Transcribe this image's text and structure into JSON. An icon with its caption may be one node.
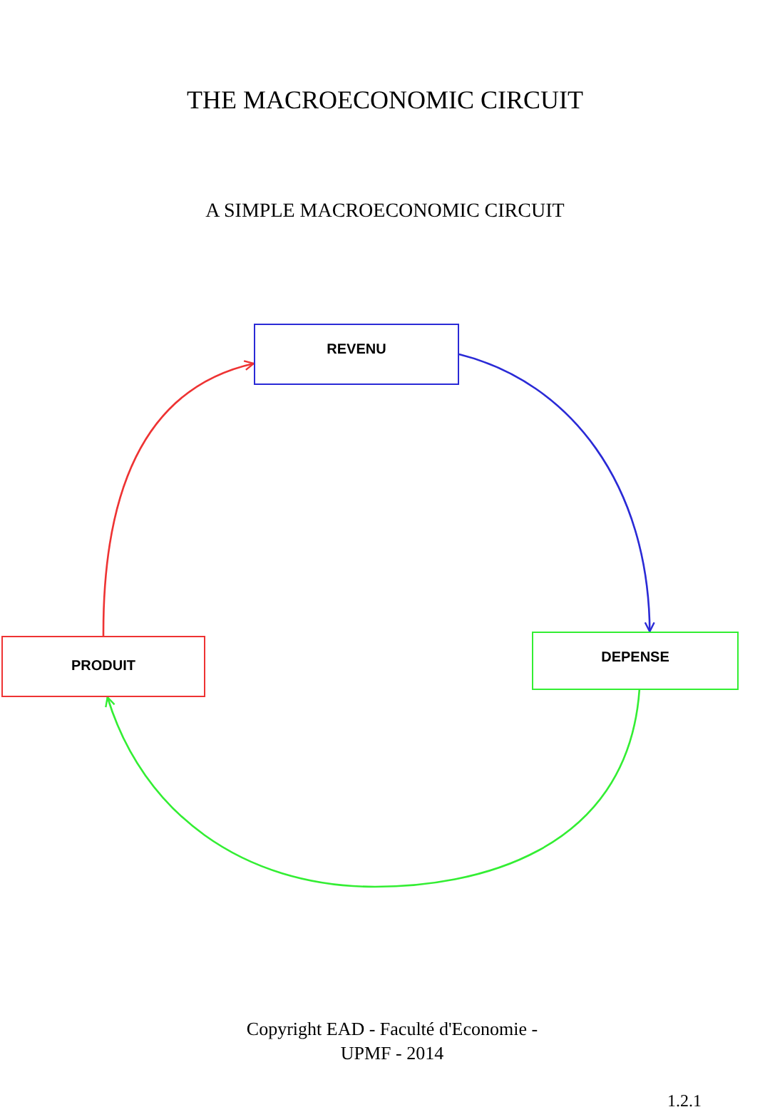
{
  "diagram": {
    "title": "THE MACROECONOMIC CIRCUIT",
    "nodes": [
      {
        "text": [
          "REVENU"
        ]
      },
      {
        "text": [
          "DEPENSE"
        ]
      },
      {
        "text": [
          "PRODUIT"
        ]
      }
    ],
    "edges": [
      {
        "from": 0,
        "to": 1,
        "arrow": "to",
        "color": "#2a2ad6"
      },
      {
        "from": 1,
        "to": 2,
        "arrow": "to",
        "color": "#33ee33"
      },
      {
        "from": 2,
        "to": 0,
        "arrow": "to",
        "color": "#ee3333"
      }
    ],
    "labels": [
      "A SIMPLE MACROECONOMIC CIRCUIT",
      "Copyright EAD - Faculté d'Economie - UPMF - 2014",
      "1.2.1"
    ]
  }
}
